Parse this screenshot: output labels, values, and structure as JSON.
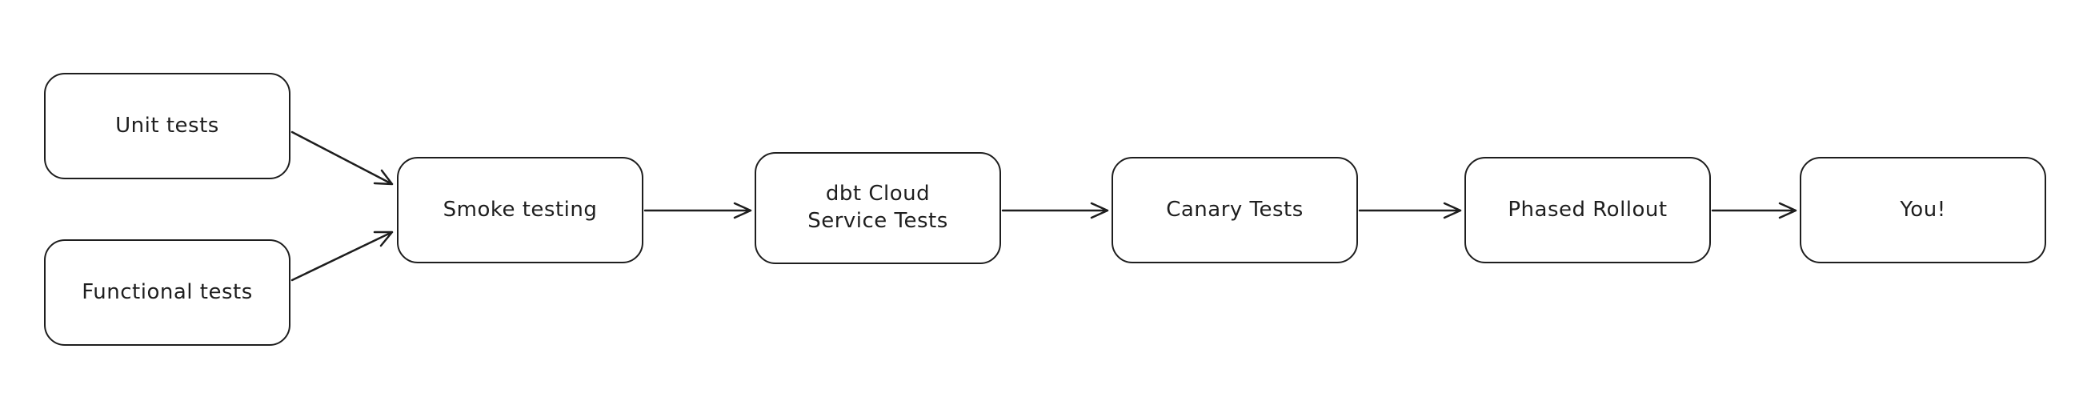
{
  "diagram": {
    "nodes": {
      "unit_tests": {
        "label": "Unit tests"
      },
      "functional_tests": {
        "label": "Functional tests"
      },
      "smoke_testing": {
        "label": "Smoke testing"
      },
      "dbt_cloud_service_tests": {
        "label": "dbt Cloud\nService Tests"
      },
      "canary_tests": {
        "label": "Canary Tests"
      },
      "phased_rollout": {
        "label": "Phased Rollout"
      },
      "you": {
        "label": "You!"
      }
    },
    "edges": [
      {
        "from": "unit_tests",
        "to": "smoke_testing"
      },
      {
        "from": "functional_tests",
        "to": "smoke_testing"
      },
      {
        "from": "smoke_testing",
        "to": "dbt_cloud_service_tests"
      },
      {
        "from": "dbt_cloud_service_tests",
        "to": "canary_tests"
      },
      {
        "from": "canary_tests",
        "to": "phased_rollout"
      },
      {
        "from": "phased_rollout",
        "to": "you"
      }
    ],
    "colors": {
      "stroke": "#1e1e1e",
      "background": "#ffffff",
      "node_fill": "#ffffff"
    }
  }
}
